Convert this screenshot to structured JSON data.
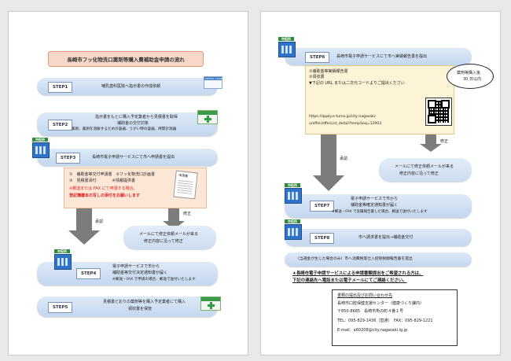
{
  "page1": {
    "title": "長崎市フッ化物洗口薬剤等購入費補助金申請の流れ",
    "step1": {
      "label": "STEP1",
      "text": "哺乳歯科医院へ指示書の作成依頼"
    },
    "step2": {
      "label": "STEP2",
      "text1": "指示書をもとに購入予定業者から見積書を取得",
      "text2": "補助金の交付対象",
      "text3": "薬剤、薬剤を溶解するための容器、うがい時の容器、時間計測器"
    },
    "step3": {
      "label": "STEP3",
      "text": "長崎市電子申請サービスにて市へ申請書を提出"
    },
    "docs": {
      "line1": "①　補助金等交付申請書　②フッ化物洗口計画書",
      "line2": "③　見積書添付　　　　④情報提供書",
      "note1": "※郵送または FAX にて申請する場合、",
      "note2": "登記簿謄本の写しの添付をお願いします",
      "doc_icon": "申請書"
    },
    "arrow_left": "承認",
    "arrow_right": "修正",
    "mail": {
      "line1": "メールにて修正依頼メールが来る",
      "line2": "修正内容に沿って修正"
    },
    "step4": {
      "label": "STEP4",
      "text1": "電子申請サービスで市から",
      "text2": "補助金等交付決定通知書が届く",
      "text3": "※郵送・FAX で申請の場合、郵送で送付いたします"
    },
    "step5": {
      "label": "STEP5",
      "text1": "見積書どおりの薬剤等を購入予定業者にて購入",
      "text2": "領収書を保管"
    },
    "clinic_sign": "DENTAL CLINIC",
    "city_sign": "市役所"
  },
  "page2": {
    "step6": {
      "label": "STEP6",
      "text": "長崎市電子申請サービスにて市へ実績報告書を提出"
    },
    "docs": {
      "line1": "①補助金等実績報告書",
      "line2": "②領収書",
      "line3": "▼下記の URL または二次元コードよりご提出ください",
      "url1": "https://apply.e-tumo.jp/city-nagasaki-",
      "url2": "u/offer/offerList_detail?tempSeq=12903"
    },
    "bubble": {
      "line1": "薬剤等購入後",
      "line2": "30 日以内"
    },
    "arrow_left": "承認",
    "arrow_right": "修正",
    "mail": {
      "line1": "メールにて修正依頼メールが来る",
      "line2": "修正内容に沿って修正"
    },
    "step7": {
      "label": "STEP7",
      "text1": "電子申請サービスで市から",
      "text2": "補助金等確定通知書が届く",
      "text3": "※郵送・FAX で実績報告書した場合、郵送で送付いたします"
    },
    "step8": {
      "label": "STEP8",
      "text": "市へ請求書を提出→補助金交付"
    },
    "extra": "（当選金が生じた場合のみ）市へ消費税等仕入控除税額報告書を提出",
    "notice1": "★長崎市電子申請サービスによる申請書類提出をご希望される方は、",
    "notice2": "下記の連絡先へ電話または電子メールにてご連絡ください。",
    "contact": {
      "title": "書類の提出及びお問い合わせ先",
      "line1": "長崎市口腔保健支援センター（健康づくり課内）",
      "line2": "〒850-8685　長崎市魚の町４番１号",
      "line3": "TEL：095-829-1436（直通）　FAX：095-829-1221",
      "line4": "E-mail：a60208@city.nagasaki.lg.jp"
    },
    "city_sign": "市役所"
  }
}
